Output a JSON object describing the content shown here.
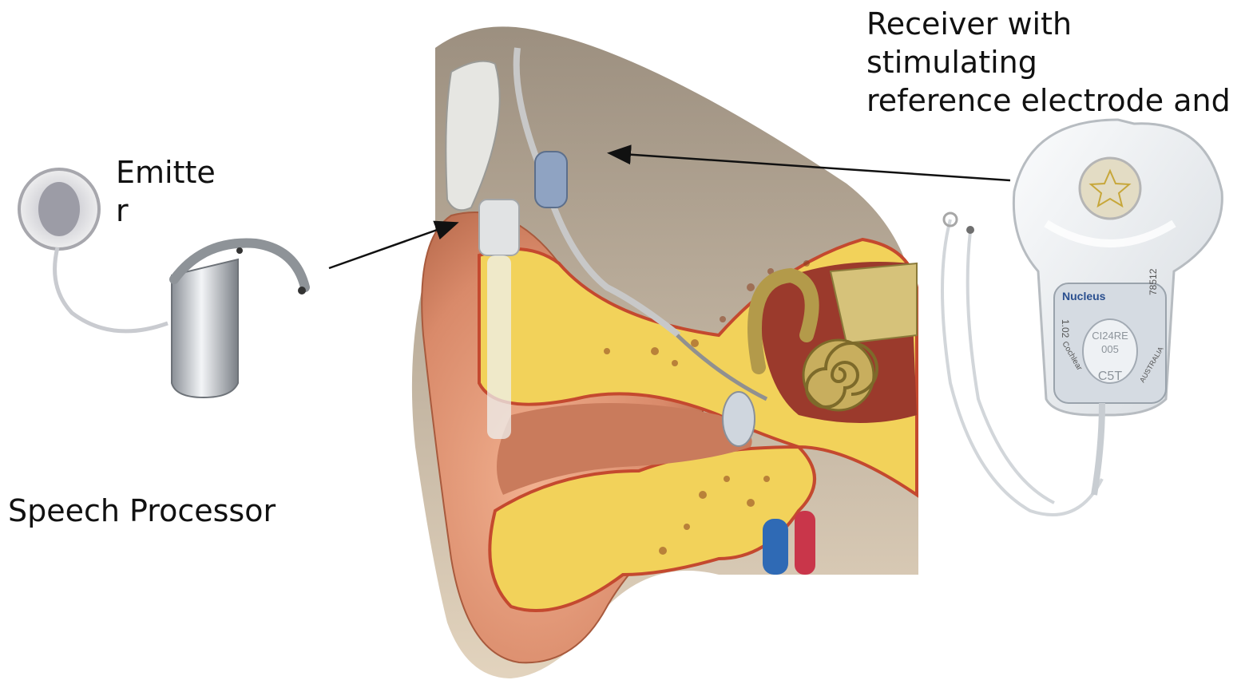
{
  "labels": {
    "emitter_line1": "Emitte",
    "emitter_line2": "r",
    "speech_processor": "Speech Processor",
    "receiver_line1": "Receiver with",
    "receiver_line2": "stimulating",
    "receiver_line3": "reference electrode and"
  },
  "implant": {
    "brand": "Nucleus",
    "model_line1": "CI24RE",
    "model_line2": "005",
    "model_line3": "C5T",
    "side_left": "1.02",
    "side_left2": "Cochlear",
    "side_right": "78512",
    "side_right2": "AUSTRALIA"
  },
  "colors": {
    "skin": "#d98a6a",
    "bone": "#f2d25a",
    "arrow": "#111111"
  }
}
